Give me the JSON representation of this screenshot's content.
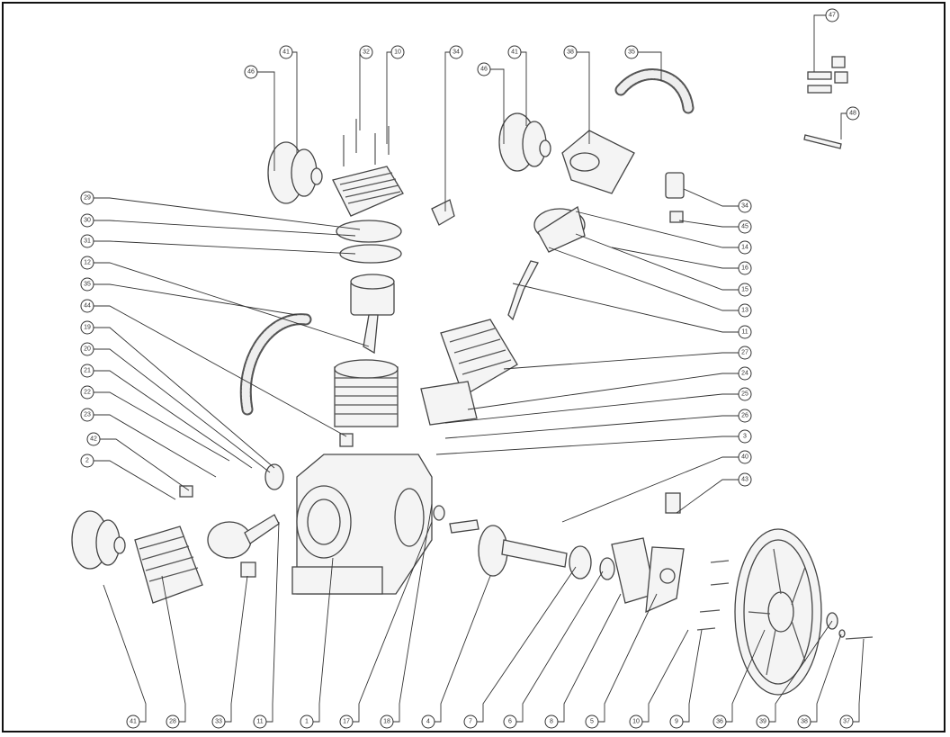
{
  "diagram": {
    "type": "exploded-parts-diagram",
    "callouts": {
      "top": [
        "46",
        "41",
        "32",
        "10",
        "34",
        "46",
        "41",
        "38",
        "35",
        "47",
        "48"
      ],
      "left": [
        "29",
        "30",
        "31",
        "12",
        "35",
        "44",
        "19",
        "20",
        "21",
        "22",
        "23",
        "42",
        "2"
      ],
      "right": [
        "34",
        "45",
        "14",
        "16",
        "15",
        "13",
        "11",
        "27",
        "24",
        "25",
        "26",
        "3",
        "40",
        "43"
      ],
      "bottom": [
        "41",
        "28",
        "33",
        "11",
        "1",
        "17",
        "18",
        "4",
        "7",
        "6",
        "8",
        "5",
        "10",
        "9",
        "36",
        "39",
        "38",
        "37"
      ]
    }
  }
}
